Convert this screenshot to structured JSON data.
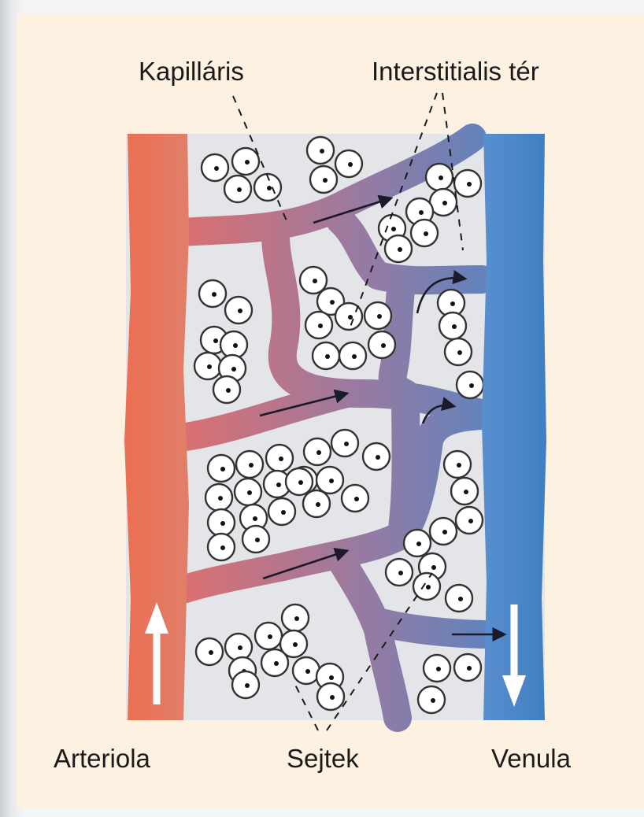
{
  "labels": {
    "capillary": "Kapilláris",
    "interstitial": "Interstitialis tér",
    "arteriole": "Arteriola",
    "cells": "Sejtek",
    "venule": "Venula"
  },
  "colors": {
    "background": "#fdf1e2",
    "tissue": "#e4e5e8",
    "arteriole": "#e8735a",
    "venule": "#4a88c6",
    "capillary_arterial": "#d8747a",
    "capillary_venous": "#6a7fb6"
  }
}
